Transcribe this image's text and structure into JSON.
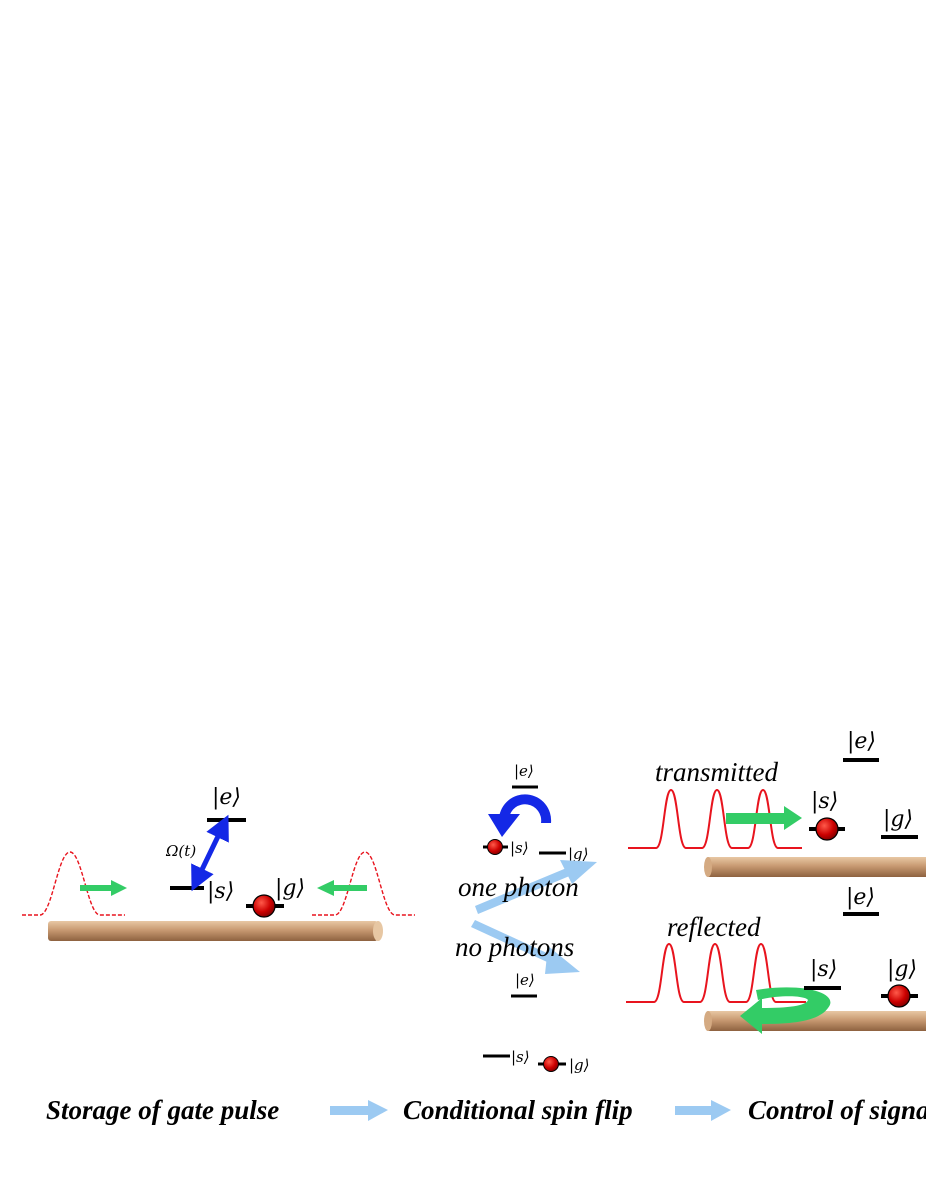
{
  "kets": {
    "e": "|e⟩",
    "s": "|s⟩",
    "g": "|g⟩"
  },
  "rabi_label": "Ω(t)",
  "middle": {
    "one_photon": "one photon",
    "no_photons": "no photons"
  },
  "right": {
    "transmitted": "transmitted",
    "reflected": "reflected"
  },
  "captions": {
    "step1": "Storage of gate pulse",
    "step2": "Conditional spin flip",
    "step3": "Control of signal"
  },
  "colors": {
    "fiber": "#c89a72",
    "pulse": "#e8141e",
    "green_arrow": "#33cc66",
    "blue_arrow": "#1428e6",
    "light_blue_arrow": "#9ccaf2",
    "atom": "#cc0000"
  }
}
